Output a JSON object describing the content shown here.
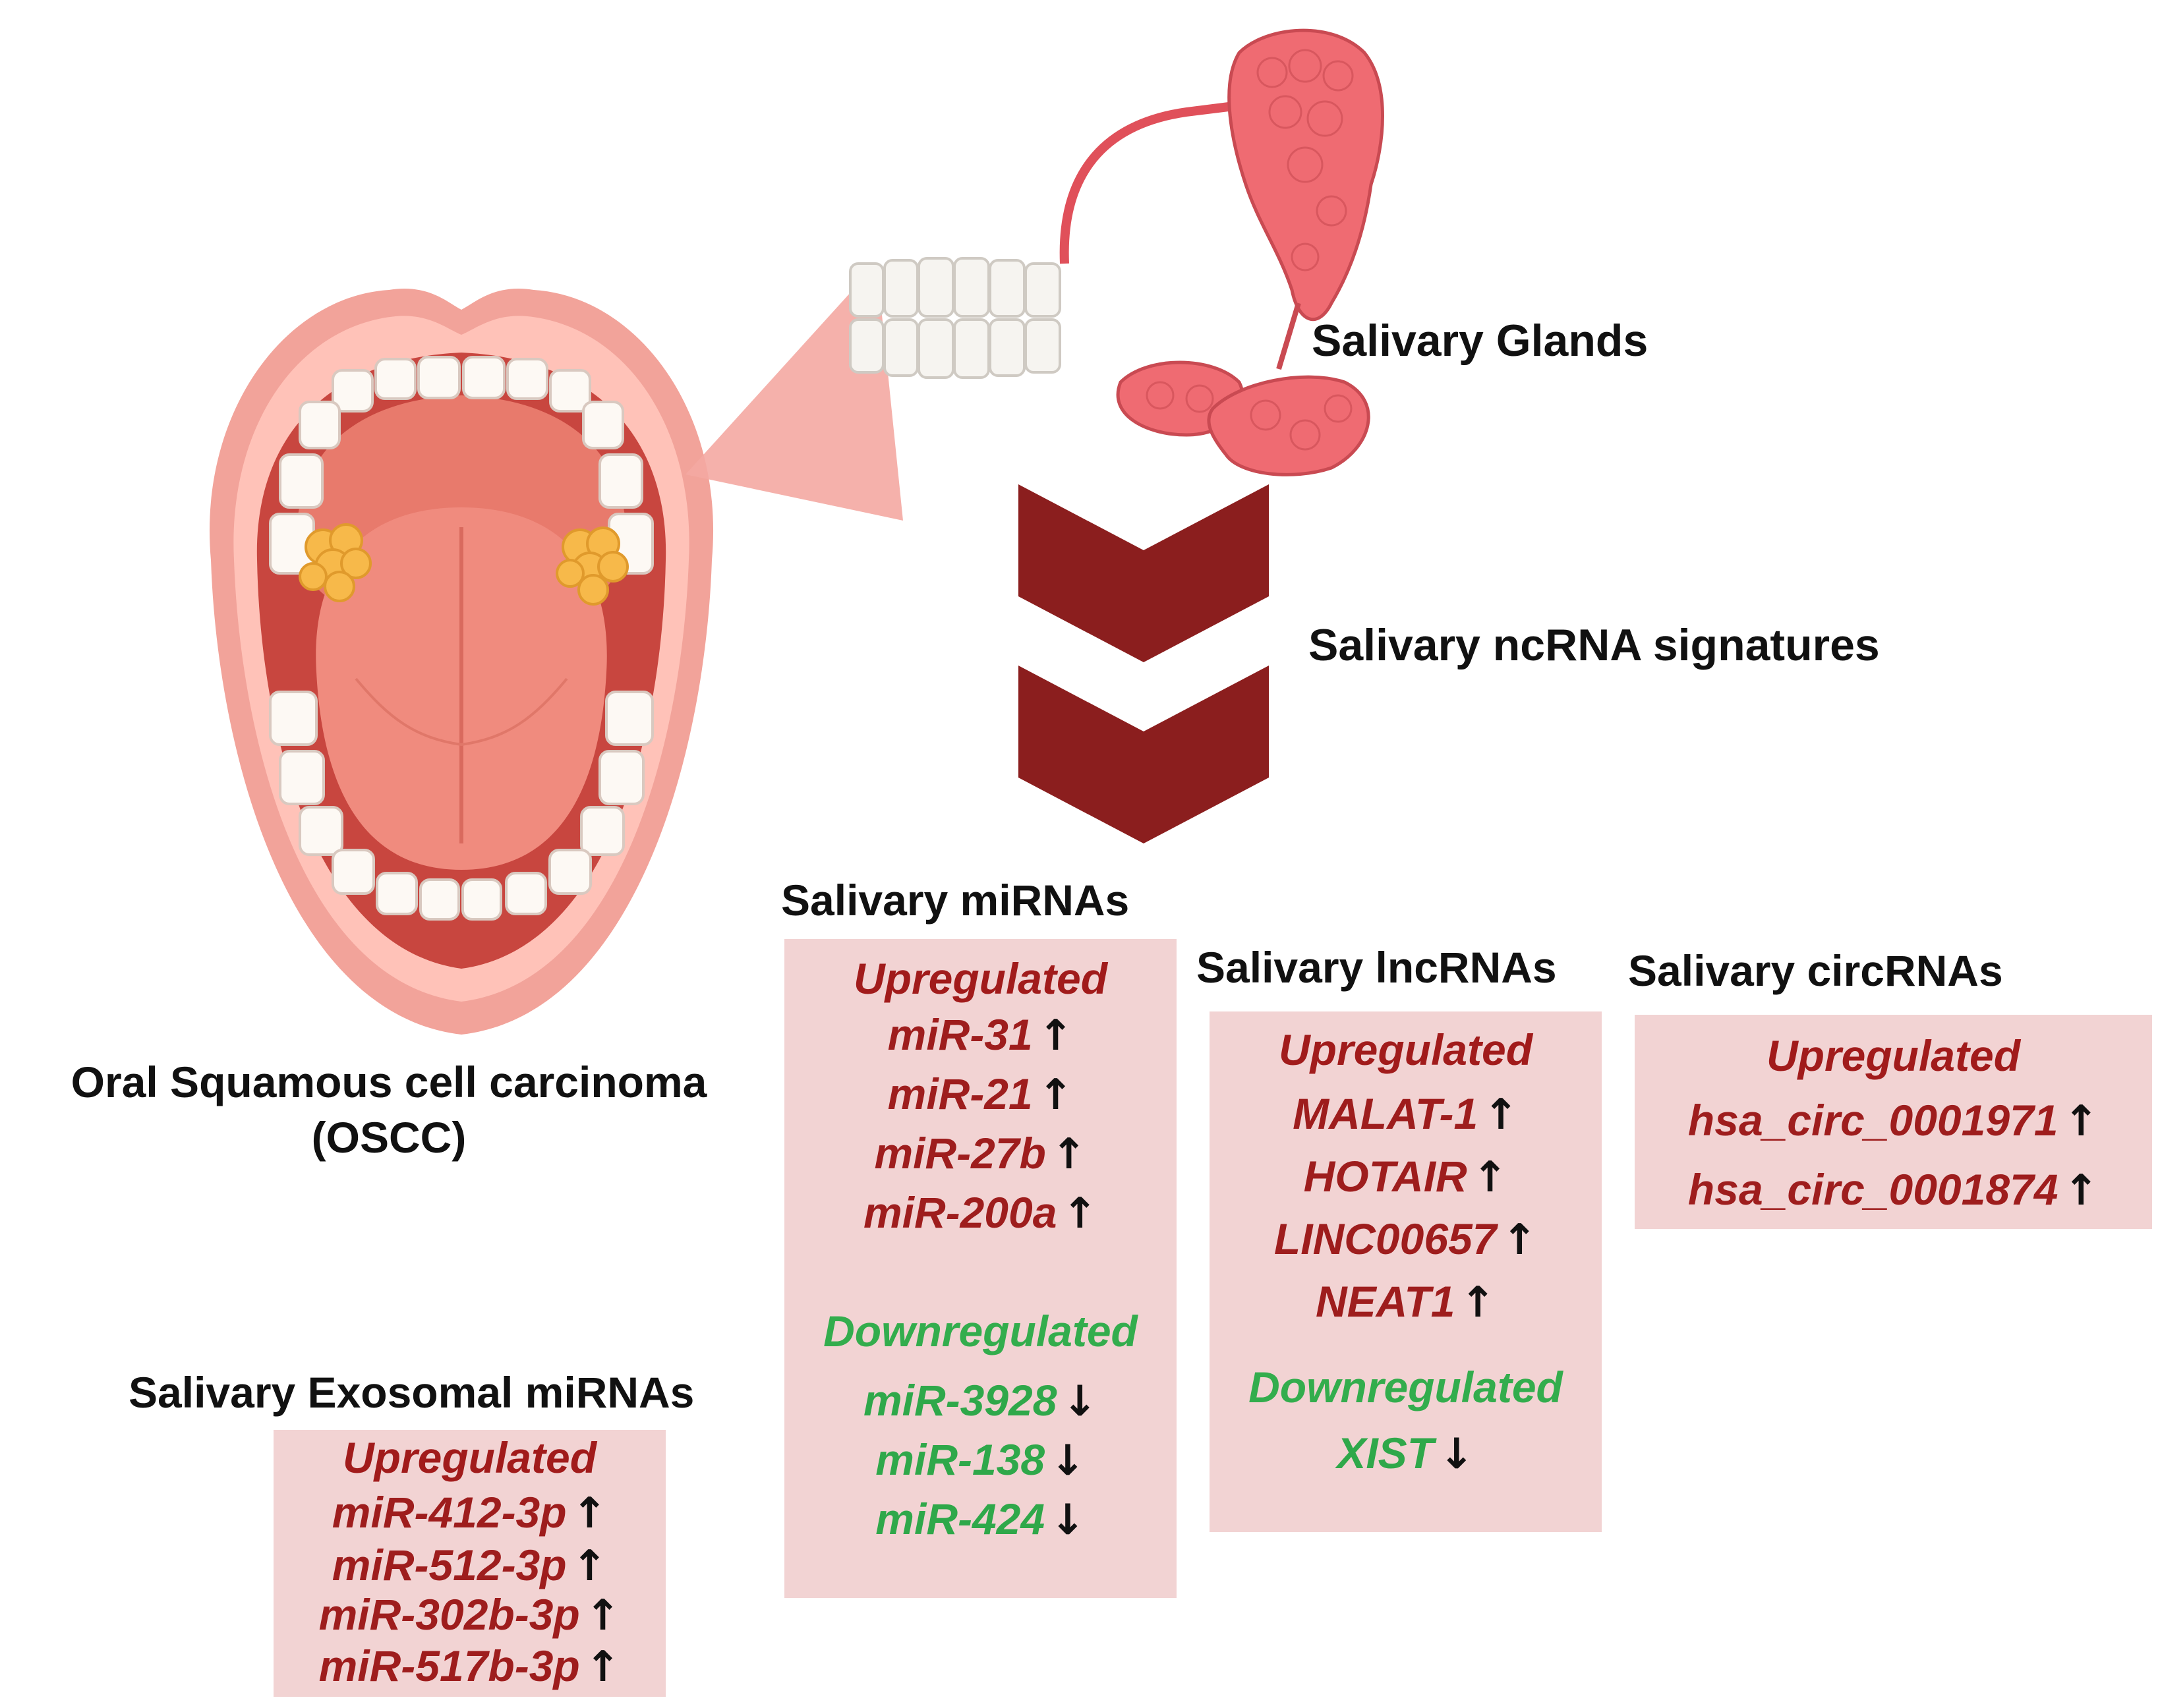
{
  "labels": {
    "oscc_line1": "Oral Squamous cell carcinoma",
    "oscc_line2": "(OSCC)",
    "salivary_glands": "Salivary Glands",
    "ncrna_signatures": "Salivary ncRNA signatures"
  },
  "mirna": {
    "title": "Salivary miRNAs",
    "up_header": "Upregulated",
    "up": [
      "miR-31",
      "miR-21",
      "miR-27b",
      "miR-200a"
    ],
    "down_header": "Downregulated",
    "down": [
      "miR-3928",
      "miR-138",
      "miR-424"
    ]
  },
  "lncrna": {
    "title": "Salivary lncRNAs",
    "up_header": "Upregulated",
    "up": [
      "MALAT-1",
      "HOTAIR",
      "LINC00657",
      "NEAT1"
    ],
    "down_header": "Downregulated",
    "down": [
      "XIST"
    ]
  },
  "circrna": {
    "title": "Salivary circRNAs",
    "up_header": "Upregulated",
    "up": [
      "hsa_circ_0001971",
      "hsa_circ_0001874"
    ]
  },
  "exosomal": {
    "title": "Salivary Exosomal miRNAs",
    "up_header": "Upregulated",
    "up": [
      "miR-412-3p",
      "miR-512-3p",
      "miR-302b-3p",
      "miR-517b-3p"
    ]
  },
  "icons": {
    "mouth": "open-mouth-illustration",
    "glands": "salivary-glands-illustration",
    "chevrons": "double-chevron-down",
    "up_arrow": "arrow-up-icon",
    "down_arrow": "arrow-down-icon"
  },
  "colors": {
    "upregulated": "#9e1d1d",
    "downregulated": "#2fa84a",
    "box_fill": "#f2d3d3",
    "chevron": "#8b1e1e"
  }
}
